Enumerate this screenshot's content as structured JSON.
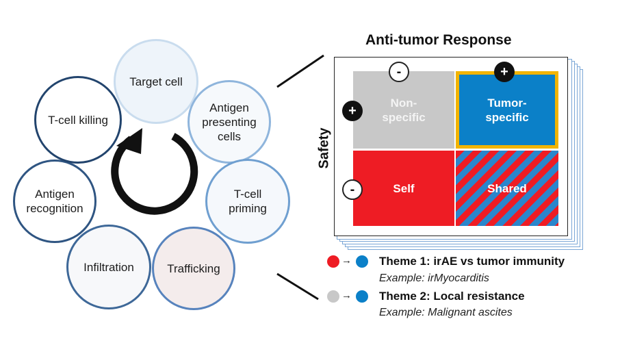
{
  "cycle": {
    "target_cell": "Target cell",
    "antigen_presenting": [
      "Antigen",
      "presenting",
      "cells"
    ],
    "t_cell_priming": [
      "T-cell",
      "priming"
    ],
    "trafficking": "Trafficking",
    "infiltration": "Infiltration",
    "antigen_recognition": [
      "Antigen",
      "recognition"
    ],
    "t_cell_killing": "T-cell killing"
  },
  "matrix": {
    "title": "Anti-tumor Response",
    "y_axis": "Safety",
    "cells": {
      "non_specific": [
        "Non-",
        "specific"
      ],
      "tumor_specific": [
        "Tumor-",
        "specific"
      ],
      "self": "Self",
      "shared": "Shared"
    },
    "signs": {
      "top_left": "-",
      "top_right": "+",
      "side_top": "+",
      "side_bottom": "-"
    }
  },
  "legend": {
    "theme1": {
      "title": "Theme 1: irAE vs tumor immunity",
      "example": "Example: irMyocarditis",
      "from_color": "#ee1c24",
      "to_color": "#0b80c8"
    },
    "theme2": {
      "title": "Theme 2: Local resistance",
      "example": "Example: Malignant ascites",
      "from_color": "#c8c8c8",
      "to_color": "#0b80c8"
    },
    "arrow": "→"
  },
  "colors": {
    "non_specific": "#c8c8c8",
    "tumor_specific": "#0b80c8",
    "self": "#ee1c24",
    "highlight_border": "#f2b400",
    "cycle_arrow": "#111111"
  }
}
